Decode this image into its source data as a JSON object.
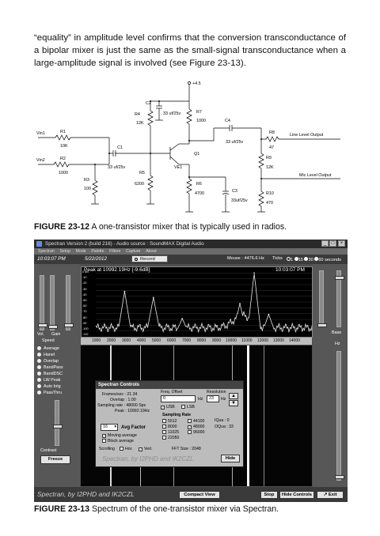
{
  "paragraph": "“equality” in amplitude level confirms that the conversion transconductance of a bipolar mixer is just the same as the small-signal transconductance when a large-amplitude signal is involved (see Figure 23-13).",
  "schematic": {
    "supply": "+4.5",
    "C2": "C2",
    "C2v": "33 uf/25v",
    "R4": "R4",
    "R4v": "12K",
    "R7": "R7",
    "R7v": "1000",
    "C4": "C4",
    "C4v": "33 uf/25v",
    "R8": "R8",
    "R8v": "47",
    "line_out": "Line Level Output",
    "vin1": "Vin1",
    "R1": "R1",
    "R1v": "10K",
    "vin2": "Vin2",
    "R2": "R2",
    "R2v": "1000",
    "C1": "C1",
    "C1v": "33 uf/25v",
    "Q1": "Q1",
    "VE1": "VE1",
    "R9": "R9",
    "R9v": "12K",
    "mic_out": "Mic Level Output",
    "R3": "R3",
    "R3v": "100",
    "R5": "R5",
    "R5v": "6200",
    "R6": "R6",
    "R6v": "4700",
    "C3": "C3",
    "C3v": "33uf/25v",
    "R10": "R10",
    "R10v": "470"
  },
  "caption12": {
    "label": "FIGURE 23-12",
    "text": " A one-transistor mixer that is typically used in radios."
  },
  "caption13": {
    "label": "FIGURE 23-13",
    "text": " Spectrum of the one-transistor mixer via Spectran."
  },
  "window": {
    "title": "Spectran Version 2 (build 216) - Audio source : SoundMAX Digital Audio",
    "menu": [
      "Spectran",
      "Setup",
      "Mode",
      "Palette",
      "Filters",
      "Capture",
      "About"
    ],
    "time": "10:03:07 PM",
    "date": "5/22/2012",
    "record": "Record",
    "mouse": "Mouse : 4476.6 Hz",
    "ticks_label": "Ticks",
    "tick_opts": [
      "1",
      "15",
      "30",
      "60",
      "seconds"
    ],
    "peak": "Peak at 10992.19Hz [-9.6dB]",
    "plot_time": "10:03:07 PM",
    "db_ticks": [
      "0 dB",
      "-10",
      "-20",
      "-30",
      "-40",
      "-50",
      "-60",
      "-70",
      "-80",
      "-90",
      "-100",
      "-110"
    ],
    "freq_ticks": [
      "1000",
      "2000",
      "3000",
      "4000",
      "5000",
      "6000",
      "7000",
      "8000",
      "9000",
      "10000",
      "11000",
      "12000",
      "13000",
      "14000"
    ],
    "vol": "Vol.",
    "gain": "Gain",
    "speed": "Speed",
    "base": "Base",
    "hz": "Hz",
    "modes": [
      "Average",
      "Hanel",
      "Overlap",
      "BandPass",
      "BandDSC",
      "LW Peak",
      "Auto brig",
      "PassThru"
    ],
    "contrast": "Contrast",
    "freeze": "Freeze",
    "signature": "Spectran, by I2PHD and IK2CZL",
    "compact": "Compact View",
    "stop": "Stop",
    "hide_controls": "Hide Controls",
    "exit": "Exit"
  },
  "controls": {
    "title": "Spectran Controls",
    "frames": "Frames/sec : 21.34",
    "overlap": "Overlap : 1.00",
    "rate": "Sampling rate : 48000 Sps",
    "peak": "Peak : 10992.19Hz",
    "freq_offset": "Freq. Offset",
    "offset_val": "0",
    "hz": "Hz",
    "usb": "USB",
    "lsb": "LSB",
    "resolution": "Resolution",
    "res_val": "23",
    "res_unit": "Hz",
    "sampling_rate": "Sampling Rate",
    "rates": [
      "5512",
      "44100",
      "8000",
      "48000",
      "11025",
      "96000",
      "22050"
    ],
    "iqua": "IQua : 0",
    "oqua": "OQua : 33",
    "avg_val": "16",
    "avg_label": "Avg Factor",
    "moving": "Moving average",
    "block": "Block average",
    "scrolling": "Scrolling",
    "hor": "Hor.",
    "vert": "Vert.",
    "fft": "FFT Size : 2048",
    "watermark": "Spectran, by I2PHD and IK2CZL",
    "hide": "Hide"
  },
  "chart_data": {
    "type": "line",
    "xlabel": "",
    "ylabel": "",
    "x_unit": "Hz",
    "xlim": [
      0,
      15000
    ],
    "ylim": [
      -115,
      0
    ],
    "peaks": [
      {
        "x": 2000,
        "y": -40
      },
      {
        "x": 4000,
        "y": -50
      },
      {
        "x": 6000,
        "y": -85
      },
      {
        "x": 10000,
        "y": -60
      },
      {
        "x": 10992,
        "y": -9.6
      },
      {
        "x": 12000,
        "y": -78
      }
    ]
  }
}
